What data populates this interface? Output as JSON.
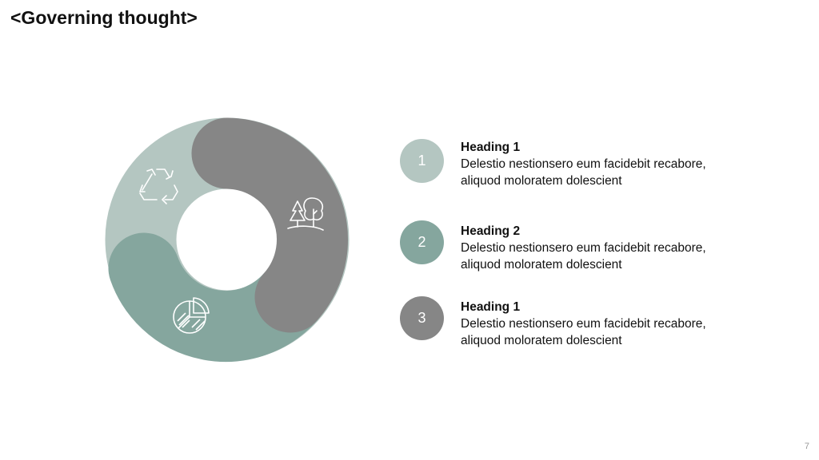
{
  "title": "<Governing thought>",
  "colors": {
    "segment_light": "#B4C6C1",
    "segment_mid": "#85A69E",
    "segment_dark": "#868686",
    "icon_stroke": "#ffffff"
  },
  "diagram": {
    "icons": [
      "recycle-icon",
      "trees-icon",
      "pie-chart-icon"
    ]
  },
  "items": [
    {
      "number": "1",
      "heading": "Heading 1",
      "body": "Delestio nestionsero eum facidebit recabore, aliquod moloratem dolescient"
    },
    {
      "number": "2",
      "heading": "Heading 2",
      "body": "Delestio nestionsero eum facidebit recabore, aliquod moloratem dolescient"
    },
    {
      "number": "3",
      "heading": "Heading 1",
      "body": "Delestio nestionsero eum facidebit recabore, aliquod moloratem dolescient"
    }
  ],
  "page_number": "7"
}
